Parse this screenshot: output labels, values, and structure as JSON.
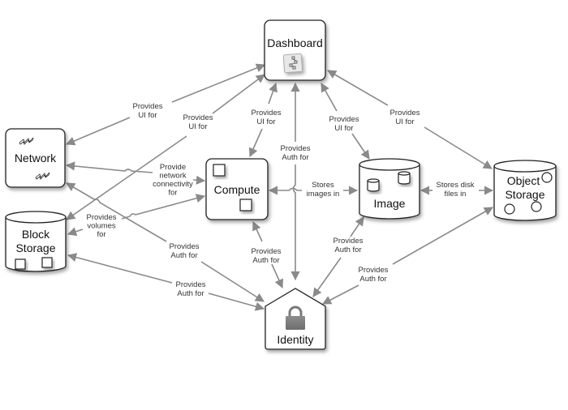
{
  "diagram": {
    "type": "service-architecture",
    "nodes": {
      "dashboard": {
        "label": "Dashboard",
        "icon": "hierarchy-icon"
      },
      "network": {
        "label": "Network",
        "icon": "lightning-icon"
      },
      "block_storage": {
        "label_line1": "Block",
        "label_line2": "Storage",
        "icon": "cube-icon"
      },
      "compute": {
        "label": "Compute",
        "icon": "cube-icon"
      },
      "image": {
        "label": "Image",
        "icon": "cylinder-icon"
      },
      "object_storage": {
        "label_line1": "Object",
        "label_line2": "Storage",
        "icon": "circle-icon"
      },
      "identity": {
        "label": "Identity",
        "icon": "padlock-icon"
      }
    },
    "edges": [
      {
        "id": "dash-network",
        "from": "dashboard",
        "to": "network",
        "label": [
          "Provides",
          "UI for"
        ]
      },
      {
        "id": "dash-block",
        "from": "dashboard",
        "to": "block_storage",
        "label": [
          "Provides",
          "UI for"
        ]
      },
      {
        "id": "dash-compute",
        "from": "dashboard",
        "to": "compute",
        "label": [
          "Provides",
          "UI for"
        ]
      },
      {
        "id": "dash-image",
        "from": "dashboard",
        "to": "image",
        "label": [
          "Provides",
          "UI for"
        ]
      },
      {
        "id": "dash-object",
        "from": "dashboard",
        "to": "object_storage",
        "label": [
          "Provides",
          "UI for"
        ]
      },
      {
        "id": "identity-dash",
        "from": "identity",
        "to": "dashboard",
        "label": [
          "Provides",
          "Auth for"
        ]
      },
      {
        "id": "network-compute",
        "from": "network",
        "to": "compute",
        "label": [
          "Provide",
          "network",
          "connectivity",
          "for"
        ]
      },
      {
        "id": "block-compute",
        "from": "block_storage",
        "to": "compute",
        "label": [
          "Provides",
          "volumes",
          "for"
        ]
      },
      {
        "id": "image-compute",
        "from": "image",
        "to": "compute",
        "label": [
          "Stores",
          "images in"
        ]
      },
      {
        "id": "object-image",
        "from": "object_storage",
        "to": "image",
        "label": [
          "Stores disk",
          "files in"
        ]
      },
      {
        "id": "identity-network",
        "from": "identity",
        "to": "network",
        "label": [
          "Provides",
          "Auth for"
        ]
      },
      {
        "id": "identity-block",
        "from": "identity",
        "to": "block_storage",
        "label": [
          "Provides",
          "Auth for"
        ]
      },
      {
        "id": "identity-compute",
        "from": "identity",
        "to": "compute",
        "label": [
          "Provides",
          "Auth for"
        ]
      },
      {
        "id": "identity-image",
        "from": "identity",
        "to": "image",
        "label": [
          "Provides",
          "Auth for"
        ]
      },
      {
        "id": "identity-object",
        "from": "identity",
        "to": "object_storage",
        "label": [
          "Provides",
          "Auth for"
        ]
      }
    ]
  }
}
